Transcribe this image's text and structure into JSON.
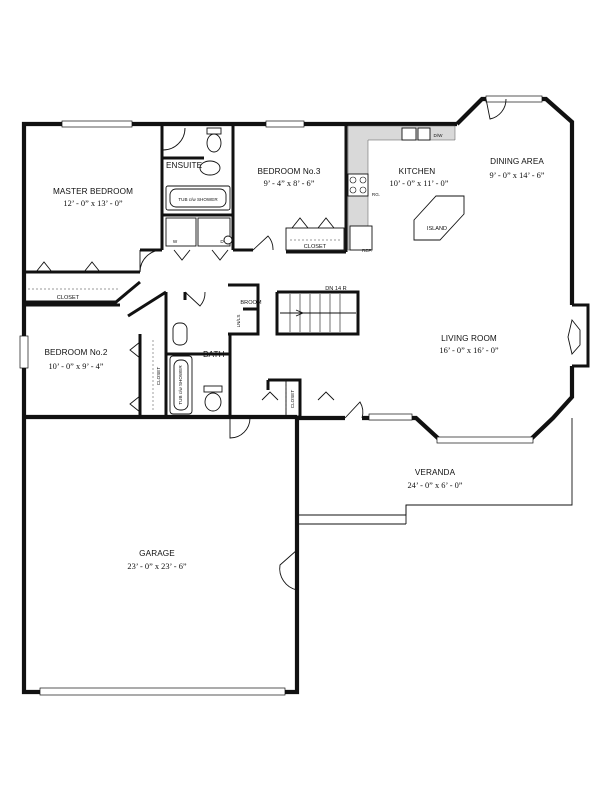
{
  "rooms": {
    "master_bedroom": {
      "name": "MASTER BEDROOM",
      "dims": "12’ - 0” x 13’ - 0”"
    },
    "ensuite": {
      "name": "ENSUITE"
    },
    "bedroom3": {
      "name": "BEDROOM No.3",
      "dims": "9’ - 4” x 8’ - 6”"
    },
    "kitchen": {
      "name": "KITCHEN",
      "dims": "10’ - 0” x 11’ - 0”"
    },
    "dining": {
      "name": "DINING AREA",
      "dims": "9’ - 0” x 14’ - 6”"
    },
    "living": {
      "name": "LIVING ROOM",
      "dims": "16’ - 0” x 16’ - 0”"
    },
    "bedroom2": {
      "name": "BEDROOM No.2",
      "dims": "10’ - 0” x 9’ - 4”"
    },
    "bath": {
      "name": "BATH"
    },
    "veranda": {
      "name": "VERANDA",
      "dims": "24’ - 0” x 6’ - 0”"
    },
    "garage": {
      "name": "GARAGE",
      "dims": "23’ - 0” x 23’ - 6”"
    }
  },
  "labels": {
    "tub_shower": "TUB c/w SHOWER",
    "tub_shower_bath": "TUB c/w SHOWER",
    "closet_master": "CLOSET",
    "closet_bed3": "CLOSET",
    "closet_bed2": "CLOSET",
    "closet_hall": "CLOSET",
    "broom": "BROOM",
    "lnls": "LN/LS",
    "stair": "DN 14 R",
    "island": "ISLAND",
    "dw": "D/W",
    "ref": "REF.",
    "rg": "RG.",
    "washer": "W",
    "dryer": "D"
  }
}
